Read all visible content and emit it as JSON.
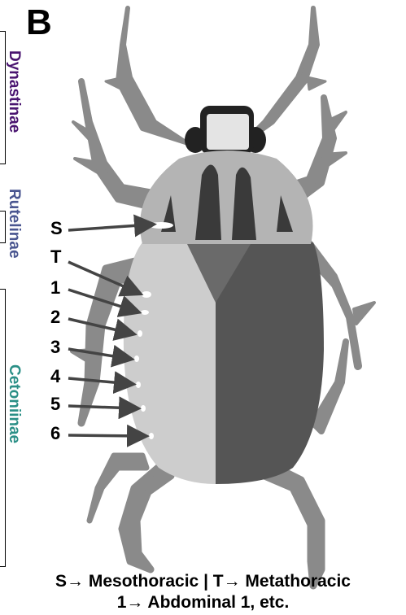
{
  "panel_letter": "B",
  "subfamilies": [
    {
      "name": "Dynastinae",
      "color": "#4a1570"
    },
    {
      "name": "Rutelinae",
      "color": "#4a5690"
    },
    {
      "name": "Cetoniinae",
      "color": "#2a8f86"
    }
  ],
  "spiracle_labels": [
    "S",
    "T",
    "1",
    "2",
    "3",
    "4",
    "5",
    "6"
  ],
  "caption": {
    "line1": "S→ Mesothoracic | T→ Metathoracic",
    "line2": "1→ Abdominal 1, etc."
  },
  "colors": {
    "legs": "#8a8a8a",
    "head": "#222222",
    "pronotum": "#b4b4b4",
    "pronotum_stripes": "#3a3a3a",
    "left_elytron": "#cdcdcd",
    "right_elytron": "#555555",
    "scutellum": "#6a6a6a",
    "spiracle": "#ffffff",
    "arrow": "#444444"
  }
}
